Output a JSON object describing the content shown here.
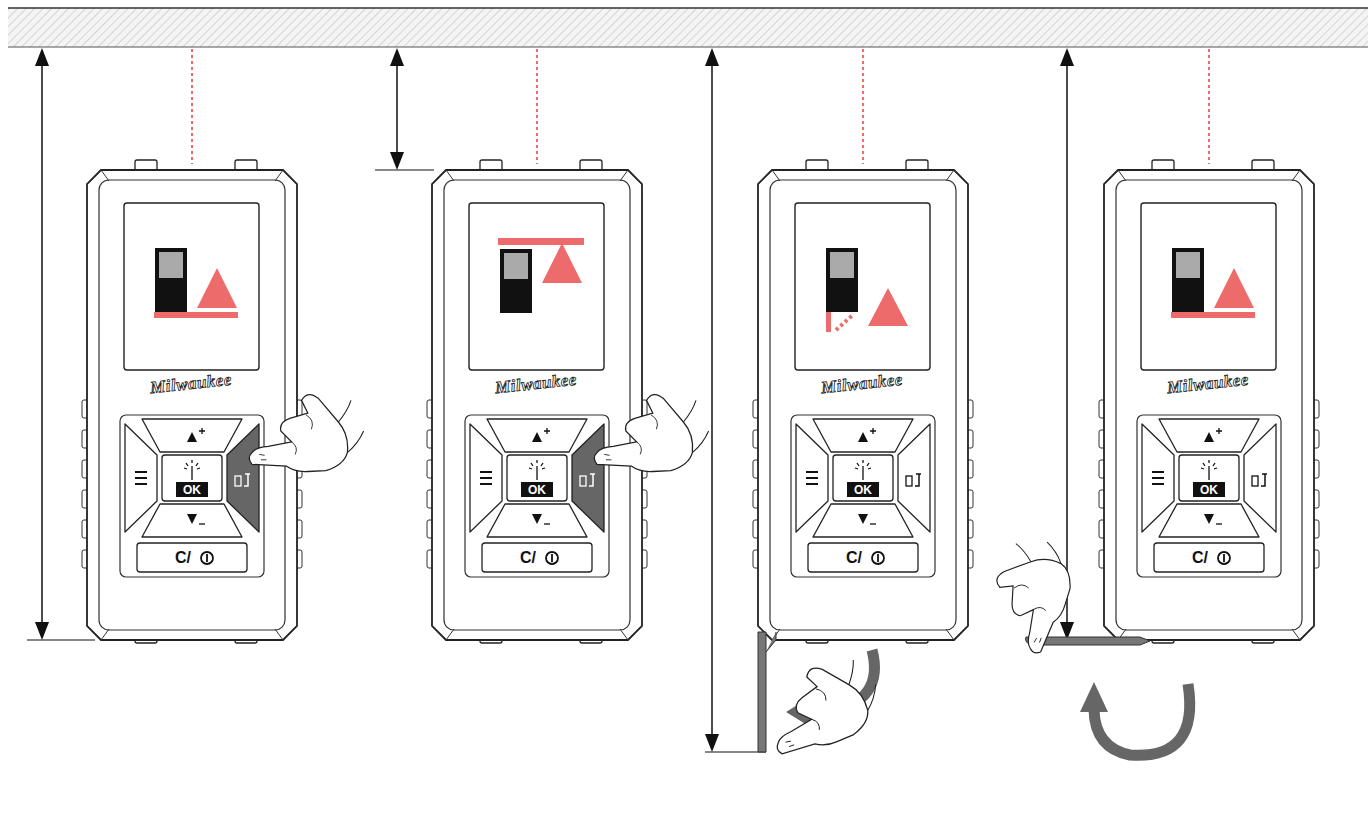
{
  "diagram": {
    "labels": [
      "Milwaukee",
      "OK",
      "C/",
      "Milwaukee",
      "OK",
      "C/",
      "Milwaukee",
      "OK",
      "C/",
      "Milwaukee",
      "OK",
      "C/"
    ]
  }
}
